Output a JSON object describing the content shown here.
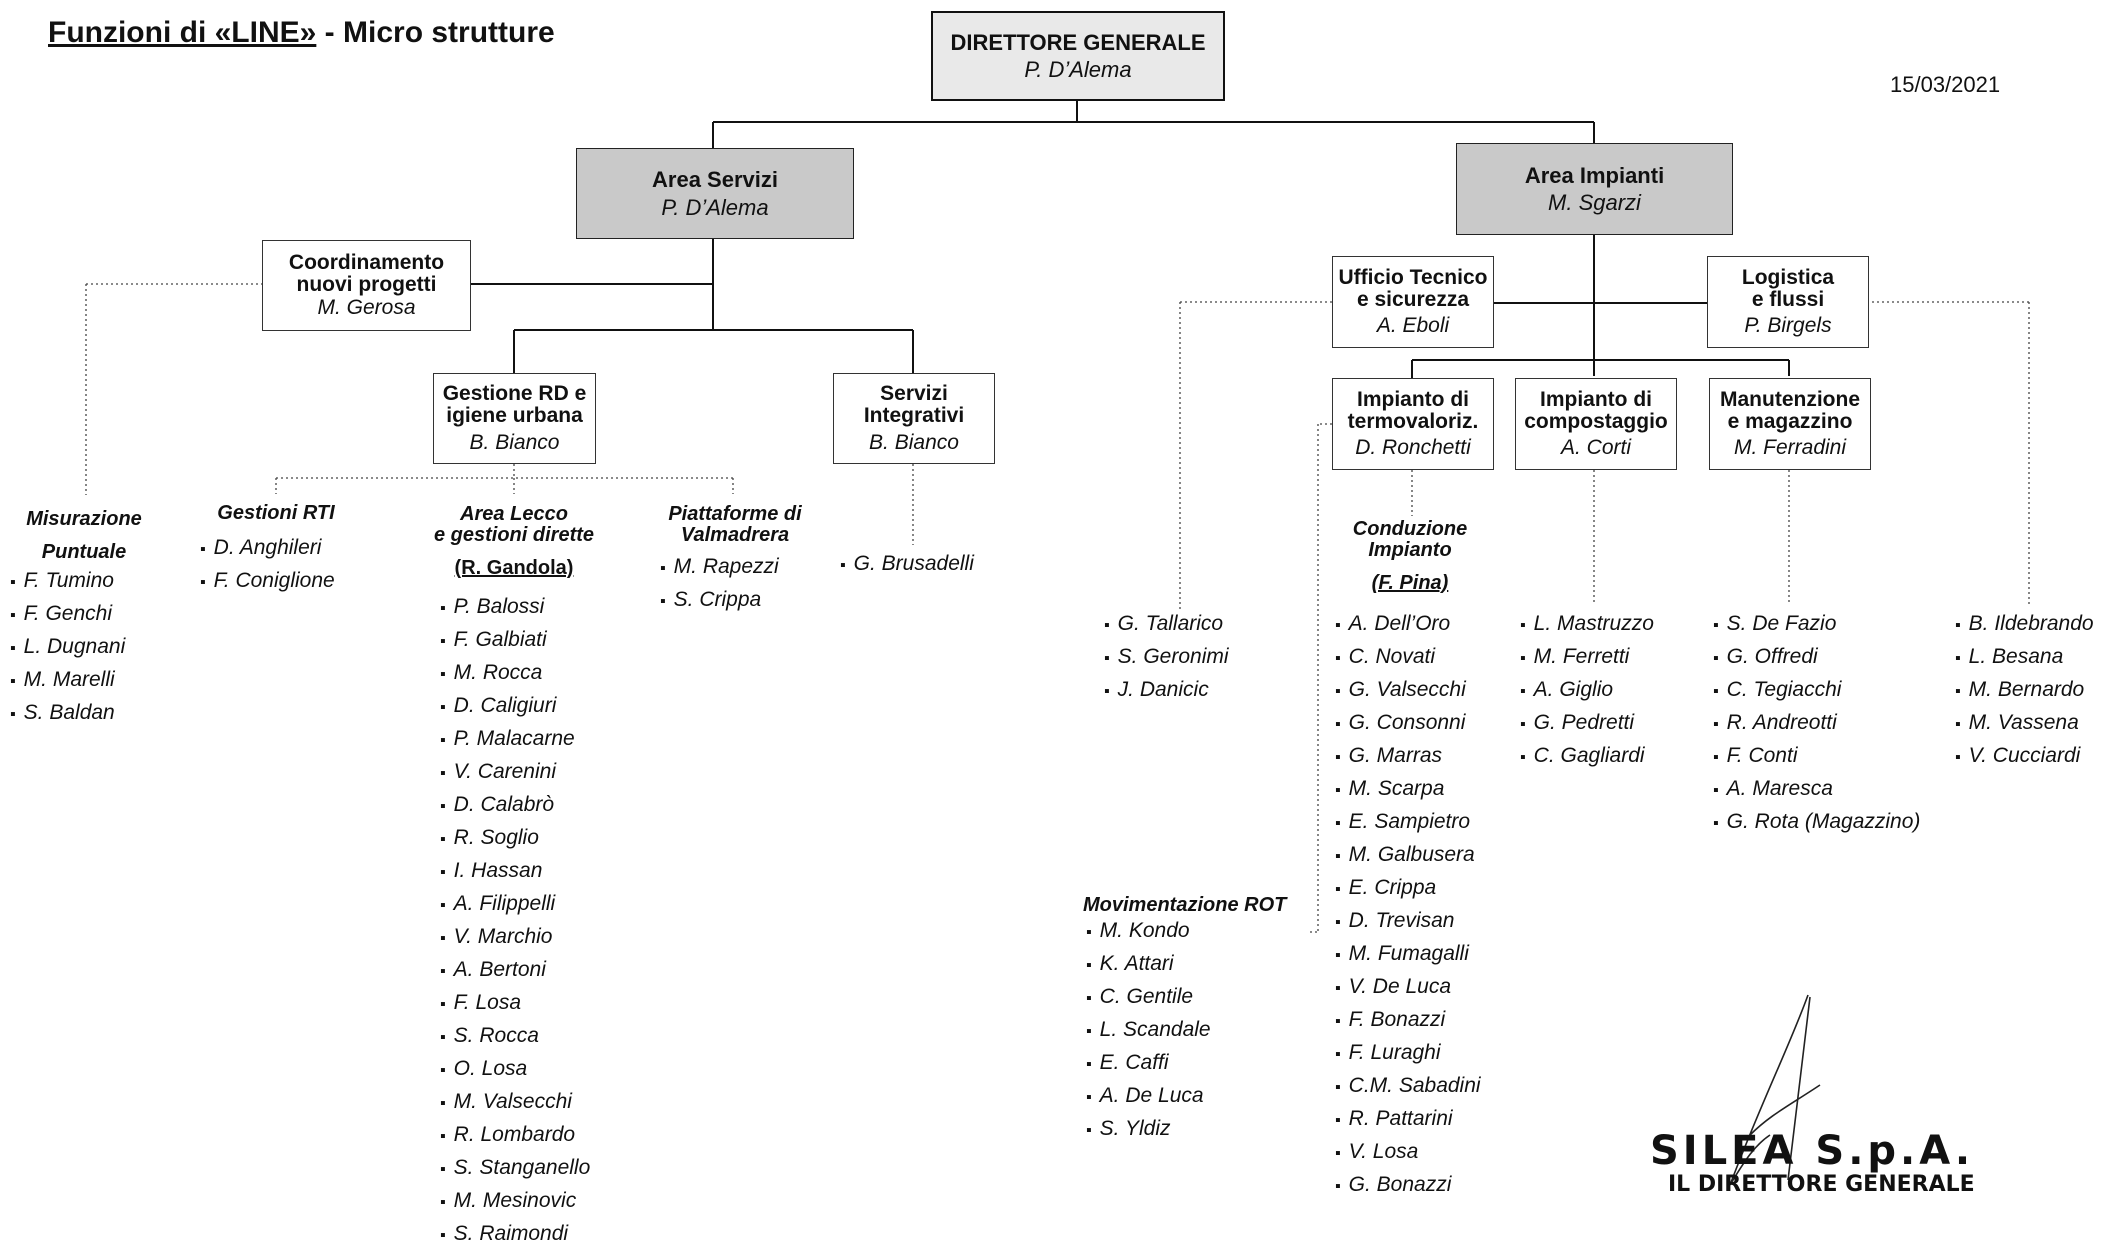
{
  "header": {
    "title_main": "Funzioni di «LINE»",
    "title_sep": " - ",
    "title_rest": "Micro strutture",
    "date": "15/03/2021"
  },
  "boxes": {
    "dg": {
      "title": "DIRETTORE GENERALE",
      "person": "P. D’Alema"
    },
    "area_servizi": {
      "title": "Area Servizi",
      "person": "P. D’Alema"
    },
    "area_impianti": {
      "title": "Area Impianti",
      "person": "M. Sgarzi"
    },
    "coord": {
      "title_l1": "Coordinamento",
      "title_l2": "nuovi progetti",
      "person": "M. Gerosa"
    },
    "gestione_rd": {
      "title_l1": "Gestione RD e",
      "title_l2": "igiene urbana",
      "person": "B. Bianco"
    },
    "servizi_int": {
      "title_l1": "Servizi",
      "title_l2": "Integrativi",
      "person": "B. Bianco"
    },
    "ufficio_tec": {
      "title_l1": "Ufficio Tecnico",
      "title_l2": "e sicurezza",
      "person": "A. Eboli"
    },
    "logistica": {
      "title_l1": "Logistica",
      "title_l2": "e flussi",
      "person": "P. Birgels"
    },
    "termo": {
      "title_l1": "Impianto di",
      "title_l2": "termovaloriz.",
      "person": "D. Ronchetti"
    },
    "compost": {
      "title_l1": "Impianto di",
      "title_l2": "compostaggio",
      "person": "A. Corti"
    },
    "manut": {
      "title_l1": "Manutenzione",
      "title_l2": "e magazzino",
      "person": "M. Ferradini"
    }
  },
  "groups": {
    "misurazione": {
      "title_l1": "Misurazione",
      "title_l2": "Puntuale",
      "names": [
        "F. Tumino",
        "F. Genchi",
        "L. Dugnani",
        "M. Marelli",
        "S. Baldan"
      ]
    },
    "rti": {
      "title_l1": "Gestioni RTI",
      "names": [
        "D. Anghileri",
        "F. Coniglione"
      ]
    },
    "lecco": {
      "title_l1": "Area Lecco",
      "title_l2": "e gestioni dirette",
      "title_l3": "(R. Gandola)",
      "names": [
        "P. Balossi",
        "F. Galbiati",
        "M. Rocca",
        "D. Caligiuri",
        "P. Malacarne",
        "V. Carenini",
        "D. Calabrò",
        "R. Soglio",
        "I. Hassan",
        "A. Filippelli",
        "V. Marchio",
        "A. Bertoni",
        "F. Losa",
        "S. Rocca",
        "O. Losa",
        "M. Valsecchi",
        "R. Lombardo",
        "S. Stanganello",
        "M. Mesinovic",
        "S. Raimondi"
      ]
    },
    "piattaforme": {
      "title_l1": "Piattaforme di",
      "title_l2": "Valmadrera",
      "names": [
        "M. Rapezzi",
        "S. Crippa"
      ]
    },
    "servizi_int": {
      "names": [
        "G. Brusadelli"
      ]
    },
    "ufficio_tec": {
      "names": [
        "G. Tallarico",
        "S. Geronimi",
        "J. Danicic"
      ]
    },
    "movimentazione": {
      "title_l1": "Movimentazione ROT",
      "names": [
        "M. Kondo",
        "K. Attari",
        "C. Gentile",
        "L. Scandale",
        "E. Caffi",
        "A. De Luca",
        "S. Yldiz"
      ]
    },
    "conduzione": {
      "title_l1": "Conduzione",
      "title_l2": "Impianto",
      "title_l3": "(F. Pina)",
      "names": [
        "A. Dell’Oro",
        "C. Novati",
        "G. Valsecchi",
        "G. Consonni",
        "G. Marras",
        "M. Scarpa",
        "E. Sampietro",
        "M. Galbusera",
        "E. Crippa",
        "D. Trevisan",
        "M. Fumagalli",
        "V. De Luca",
        "F. Bonazzi",
        "F. Luraghi",
        "C.M. Sabadini",
        "R. Pattarini",
        "V. Losa",
        "G. Bonazzi"
      ]
    },
    "compost": {
      "names": [
        "L. Mastruzzo",
        "M. Ferretti",
        "A. Giglio",
        "G. Pedretti",
        "C. Gagliardi"
      ]
    },
    "manut": {
      "names": [
        "S. De Fazio",
        "G. Offredi",
        "C. Tegiacchi",
        "R. Andreotti",
        "F. Conti",
        "A. Maresca",
        "G. Rota (Magazzino)"
      ]
    },
    "logistica": {
      "names": [
        "B. Ildebrando",
        "L. Besana",
        "M. Bernardo",
        "M. Vassena",
        "V. Cucciardi"
      ]
    }
  },
  "footer": {
    "company": "SILEA S.p.A.",
    "role": "IL DIRETTORE GENERALE"
  }
}
